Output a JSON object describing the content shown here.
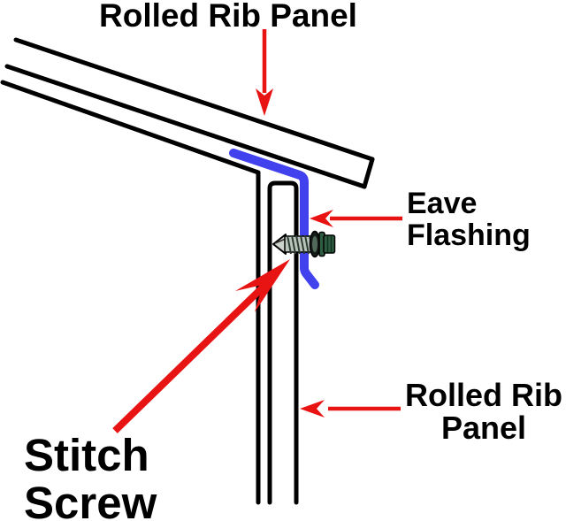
{
  "diagram": {
    "labels": {
      "roof_panel": "Rolled Rib Panel",
      "eave_flashing": [
        "Eave",
        "Flashing"
      ],
      "stitch_screw": [
        "Stitch",
        "Screw"
      ],
      "wall_panel": [
        "Rolled Rib",
        "Panel"
      ]
    },
    "colors": {
      "background": "#ffffff",
      "outline_black": "#000000",
      "label_text": "#000000",
      "arrow_red": "#e81313",
      "flashing_blue": "#4141ee",
      "screw_head_green": "#2d5c41",
      "screw_thread_gray": "#b9c4bb",
      "screw_thread_line": "#2c3a31",
      "washer_dark": "#161d18",
      "washer_inner": "#51695a",
      "screw_tip_gray": "#ccd4cd"
    }
  }
}
